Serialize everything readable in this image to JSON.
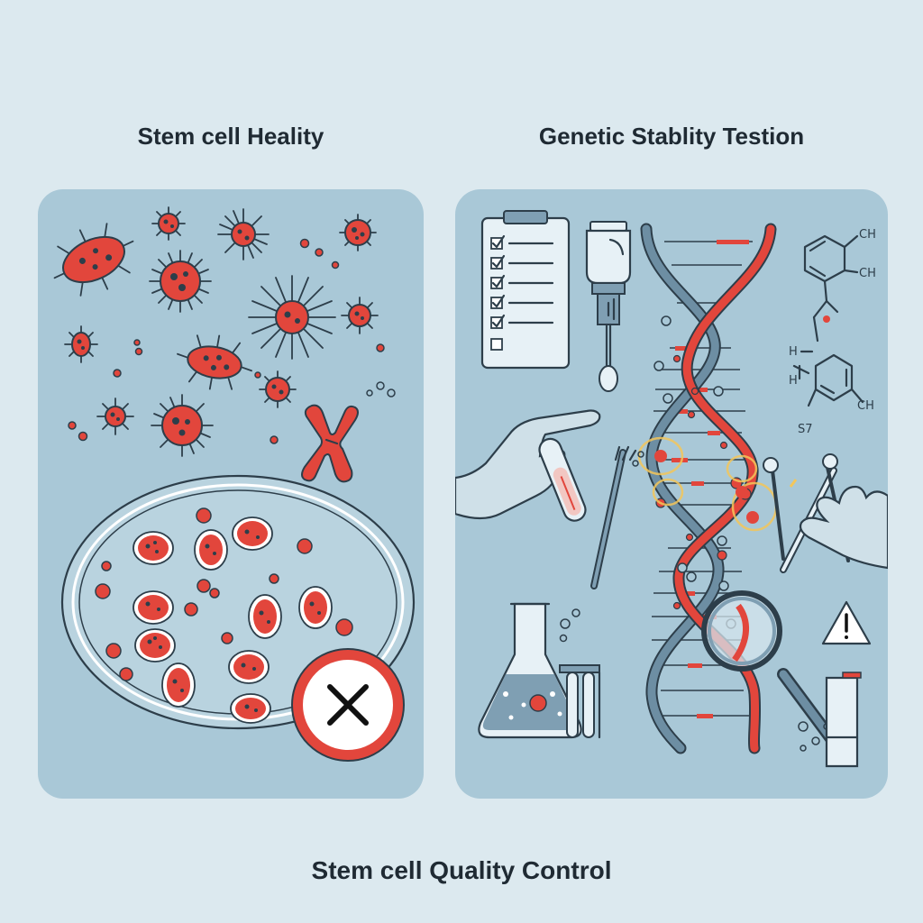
{
  "left_panel": {
    "title": "Stem cell Heality"
  },
  "right_panel": {
    "title": "Genetic Stablity Testion",
    "chem_labels": [
      "CH",
      "CH",
      "H",
      "H",
      "CH",
      "S7"
    ]
  },
  "footer": {
    "text": "Stem cell Quality Control"
  },
  "colors": {
    "background": "#dce9ef",
    "panel": "#a9c8d7",
    "accent_red": "#e2463c",
    "outline": "#2d3e4a"
  },
  "icons": [
    "bacteria-icon",
    "virus-icon",
    "chromosome-icon",
    "petri-dish-icon",
    "reject-x-icon",
    "clipboard-checklist-icon",
    "sample-vial-icon",
    "dna-helix-icon",
    "chemical-structure-icon",
    "hand-with-test-tube-icon",
    "tweezers-icon",
    "hand-with-pipette-icon",
    "erlenmeyer-flask-icon",
    "test-tube-rack-icon",
    "magnifying-glass-icon",
    "warning-triangle-icon",
    "beaker-icon"
  ]
}
